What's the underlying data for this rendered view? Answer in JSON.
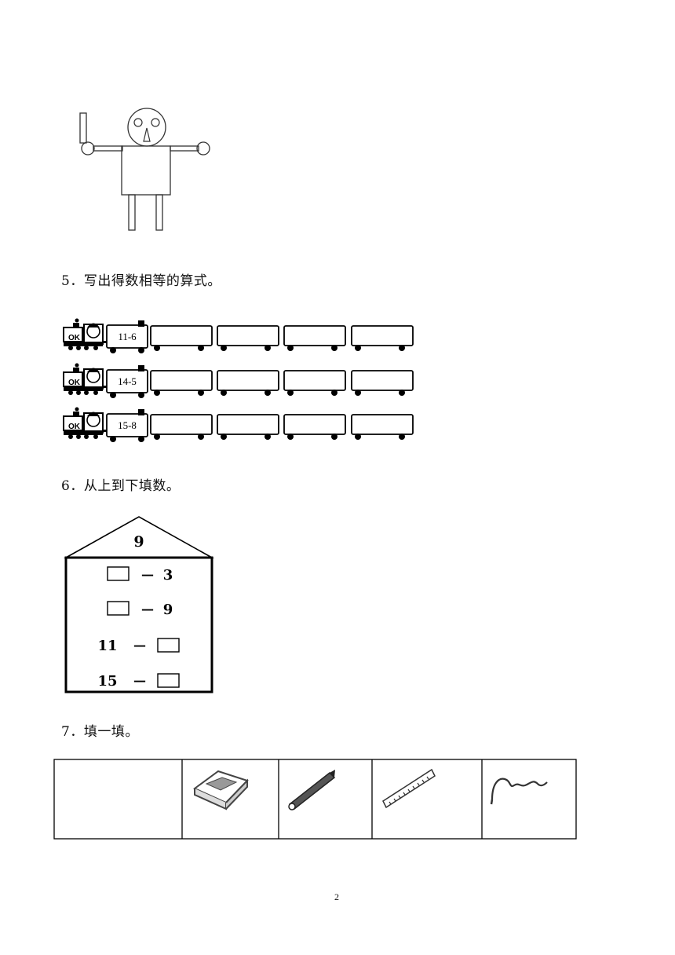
{
  "q5": {
    "title": "5．写出得数相等的算式。",
    "trains": [
      {
        "first": "11-6"
      },
      {
        "first": "14-5"
      },
      {
        "first": "15-8"
      }
    ],
    "ok_label": "OK"
  },
  "q6": {
    "title": "6．从上到下填数。",
    "roof": "9",
    "rows": [
      {
        "left": "",
        "op": "—",
        "right": "3"
      },
      {
        "left": "",
        "op": "—",
        "right": "9"
      },
      {
        "left": "11",
        "op": "—",
        "right": ""
      },
      {
        "left": "15",
        "op": "—",
        "right": ""
      }
    ]
  },
  "q7": {
    "title": "7．填一填。",
    "items": [
      "eraser-icon",
      "pencil-icon",
      "ruler-icon",
      "rope-icon"
    ]
  },
  "page_number": "2"
}
